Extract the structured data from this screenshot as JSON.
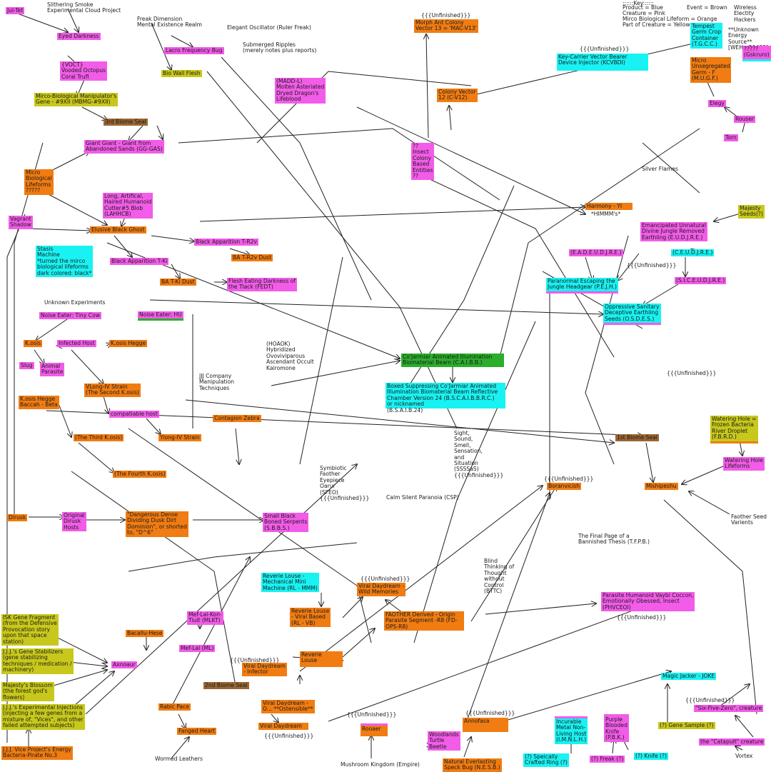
{
  "legend": {
    "key": "::::::Key::::::",
    "product": "Product = Blue",
    "event": "Event = Brown",
    "creature": "Creature = Pink",
    "micro": "Mirco Biological Lifeform = Orange",
    "part": "Part of Creature = Yellow"
  },
  "colors": {
    "creature": "#f25ce8",
    "micro": "#f07c12",
    "part": "#c8c81c",
    "product": "#19f2f2",
    "event": "#9a6633",
    "green": "#2cae2c"
  },
  "nodes": {
    "jul_tet": "Jul-Tet",
    "slithering_smoke": "Slithering Smoke\nExperimental Cloud Project",
    "eyed_darkness": "Eyed Darkness",
    "freak_dimension": "Freak Dimension\nMental Existence Realm",
    "elegant_oscillator": "Elegant Oscillator (Ruler Freak)",
    "submerged_ripples": "Submerged Ripples\n(merely notes plus reports)",
    "lacro": "Lacro Frequency Bug",
    "voct": "{VOCT}\nVooded Octopus\nCoral Trufl",
    "bio_wall": "Bio Wall Flesh",
    "madd": "(MADD-L)\nMolten Asteriated\nDryed Dragon's\nLifeblood",
    "unfinished_top": "{{{Unfinished}}}",
    "morph_ant": "Morph Ant Colony\nVector 13 = 'MAC-V13'",
    "key_carrier": "Key-Carrier Vector Bearer\nDevice Injector (KCVBDI)",
    "unfinished_kc": "{{{Unfinished}}}",
    "wireless": "Wireless\nElectity\nHackers",
    "unknown_energy": "**Unknown\nEnergy\nSource**\n[WEH - R1432]",
    "tempest": "Tempest\nGerm Crop\nContainer\n(T.G.C.C.)",
    "mbmg": "Mirco-Biological Manipulator's\nGene - #9XII (MBMG-#9XII)",
    "micro_unseg": "Micro\nUnsegregated\nGerm - F\n(M.U.G.F.)",
    "gskruro": "?????\n(Gskruro)",
    "colony_vector": "Colony Vector\n12 (C-V12)",
    "biome3": "3rd Biome Seal",
    "elegy": "Elegy",
    "giant_giant": "Giant Giant - Giant from\nAbandoned Sands (GG-GAS)",
    "insect_colony": "??\nInsect\nColony\nBased\nEntities\n??",
    "rouser": "Rouser",
    "torn": "Torn",
    "micro_bio": "Micro\nBiological\nLifeforms\n?????",
    "silver_flames": "Silver Flames",
    "long_artificial": "Long, Artifical,\nHaired Humanoid\nCutter#5 Blob\n(LAHHCB)",
    "harmony": "Harmony - YI",
    "himmm": "*HIMMM's*",
    "majesty_seeds": "Majesty\nSeeds(?)",
    "vagrant": "Vagrant\nShadow",
    "elusive": "Elusive Black Ghost",
    "emancipated": "Emancipated Unnatural\nDivine Jungle Removed\nEarthling (E.U.D.J.R.E.)",
    "stasis": "Stasis\nMachine\n*turned the mirco\nbiological lifeforms\ndark colored: black*",
    "black_t2v": "Black Apparition T-R2v",
    "eadeudjre": "(E.A.D.E.U.D.J.R.E.)",
    "ceudjre": "(C.E.U.D.J.R.E.)",
    "ba_t2v": "BA T-R2v Dust",
    "black_tki": "Black Apparition T-Ki",
    "unfinished_e": "{{{Unfinished}}}",
    "sieudjre": "(S.I.C.E.U.D.J.R.E.)",
    "ba_tki": "BA T-Ki Dust",
    "flesh_eating": "Flesh Eating Darkness of\nthe Tlack (FEDT)",
    "paranormal": "Paranormal Escaping the\nJungle Headgear (P.E.J.H.)",
    "unknown_exp": "Unknown Experiments",
    "oppressive": "Oppressive Sanitary\nDeceptive Earthling\nSeeds (O.S.D.E.S.)",
    "noise_tiny": "Noise Eater: Tiny Cow",
    "noise_hu": "Noise Eater: HU",
    "hoaok": "(HOAOK)\nHybridized\nOvoviviparous\nAscendant Occult\nKairomone",
    "kosis": "K.osis",
    "infected": "Infected Host",
    "kosis_hegge": "K.osis Hegge",
    "cojarmiar": "Co'Jarmiar Animated Illumination\nBiomaterial Beam (C.A.I.B.B.)",
    "slug": "Slug",
    "animal_parasite": "Animal\nParasite",
    "unfinished_right": "{{{Unfinished}}}",
    "jjj": "JJJ Company\nManipulation\nTechniques",
    "vlong4": "VLong-IV Strain\n(The Second K.osis)",
    "kosis_hegge_beta": "K.osis Hegge\nBaccah - Beta",
    "boxed": "Boxed Suppressing Co'Jarmiar Animated\nIllumination Biomaterial Beam Reflective\nChamber Version 24 (B.S.C.A.I.B.B.R.C.)\nor nicknamed\n(B.S.A.I.B.24)",
    "compatible": "compatiable host",
    "contagion": "Contagion Zebra",
    "watering_hole": "Watering Hole =\nFrozen Bacteria\nRiver Droplet\n(F.B.R.D.)",
    "third_kosis": "(The Third K.osis)",
    "yiong": "Yiong-IV Strain",
    "sight": "Sight,\nSound,\nSmell,\nSensation,\nand\nSituation\n(SSSSaS)\n{{{Unfinished}}}",
    "biome1": "1st Biome Seal",
    "watering_hole_life": "Watering Hole\nLifeforms",
    "symbiotic": "Symbiotic\nFaother\nEyepiece\nOarur\n(SFEO)\n{{{Unfinished}}}",
    "fourth_kosis": "(The Fourth K.osis)",
    "unfinished_bor": "{{{Unfinished}}}",
    "boranvicish": "Boranvicish",
    "mishipeshu": "Mishipeshu",
    "calm": "Calm Silent Paranoia (CSP)",
    "dirusk": "Dirusk",
    "orig_dirusk": "Original\nDirusk\nHosts",
    "dangerous": "\"Dangerous Dense\nDividing Dusk Dirt\nDominion\", or shorted\nto, \"D^6\"",
    "small_black": "Small Black\nBoned Serpents\n(S.B.B.S.)",
    "faother_seed": "Faother Seed\nVarients",
    "final_page": "The Final Page of a\nBannished Thesis (T.F.P.B.)",
    "blind": "Blind\nThinking of\nThought\nwithout\nControl\n(BTTC)",
    "reverie_mech": "Reverie Louse -\nMechanical Mini\nMachine (RL - MMM)",
    "unfinished_vdwm": "{{{Unfinished}}}",
    "vd_wild": "Viral Daydream -\nWild Memories",
    "parasite_humanoid": "Parasite Humanoid Vaybi Coccon,\nEmotionally Obessed, Insect\n(PHVCEOI)",
    "isk": "ISK Gene Fragment\n(from the Defensive\nProvocation story\nupon that space\nstation)",
    "mef_lal_kon": "Mef-Lal-Kon-\nTiuit (MLKT)",
    "reverie_viral": "Reverie Louse\n- Viral Based\n(RL - VB)",
    "faother_derived": "FAOTHER Derived - Origin\nParasite Segment -R8 (FD-\nOPS-R8)",
    "unfinished_ph": "{{{Unfinished}}}",
    "bacallu": "Bacallu-Hese",
    "mef_lal": "Mef-Lal (ML)",
    "jjj_stabilizers": "J.J.J.'s Gene Stabilizers\n(gene stabilizing\ntechniques / medication /\nmachinery)",
    "unfinished_inf": "{{{Unfinished}}}",
    "vd_infector": "Viral Daydream\n- Infector",
    "reverie_louse": "Reverie\nLouse",
    "axnoaur": "Axnoaur",
    "magic_jacker": "Magic Jacker - JOKE",
    "majesty_blossom": "Majesty's Blossom\n(the forest god's\nflowers)",
    "biome2": "2nd Biome Seal",
    "unfinished_six": "{{{Unfinished}}}",
    "jjj_exp": "J.J.J.'s Experimental Injections\n(injecting a few genes from a\nmixture of, \"Vices\", and other\nfailed attempted subjects)",
    "rabic_pace": "Rabic Pace",
    "vd_ostensible": "Viral Daydream -\nO...  **Ostensible**",
    "six_five_zero": "\"Six-Five-Zero\", creature",
    "unfinished_ann": "{{{Unfinished}}}",
    "unfinished_roo": "{{{Unfinished}}}",
    "incurable": "Incurable\nMetal Non-\nLiving Host\n(I.M.N.L.H.)",
    "purple_knife": "Purple\nBlooded\nKnife\n(P.B.K.)",
    "gene_sample": "(?) Gene Sample (?)",
    "fanged_heart": "Fanged Heart",
    "viral_daydream": "Viral Daydream",
    "annofasa": "Annofasa",
    "rooaer": "Rooaer",
    "unfinished_vd": "{{{Unfinished}}}",
    "woodlands": "Woodlands\nTurtle\nBeetle",
    "catapult": "the \"Catapult\" creature",
    "jjj_vice": "J.J.J. Vice Project's Energy\nBacteria-Pirate No.3",
    "wormed": "Wormed Leathers",
    "mushroom": "Mushroom Kingdom (Empire)",
    "natural_speck": "Natural Everlasting\nSpeck Bug (N.E.S.B.)",
    "specially_ring": "(?) Speically\nCrafted Ring (?)",
    "freak_q": "(?) Freak (?)",
    "knife_q": "(?) Knife (?)",
    "vortex": "Vortex"
  }
}
